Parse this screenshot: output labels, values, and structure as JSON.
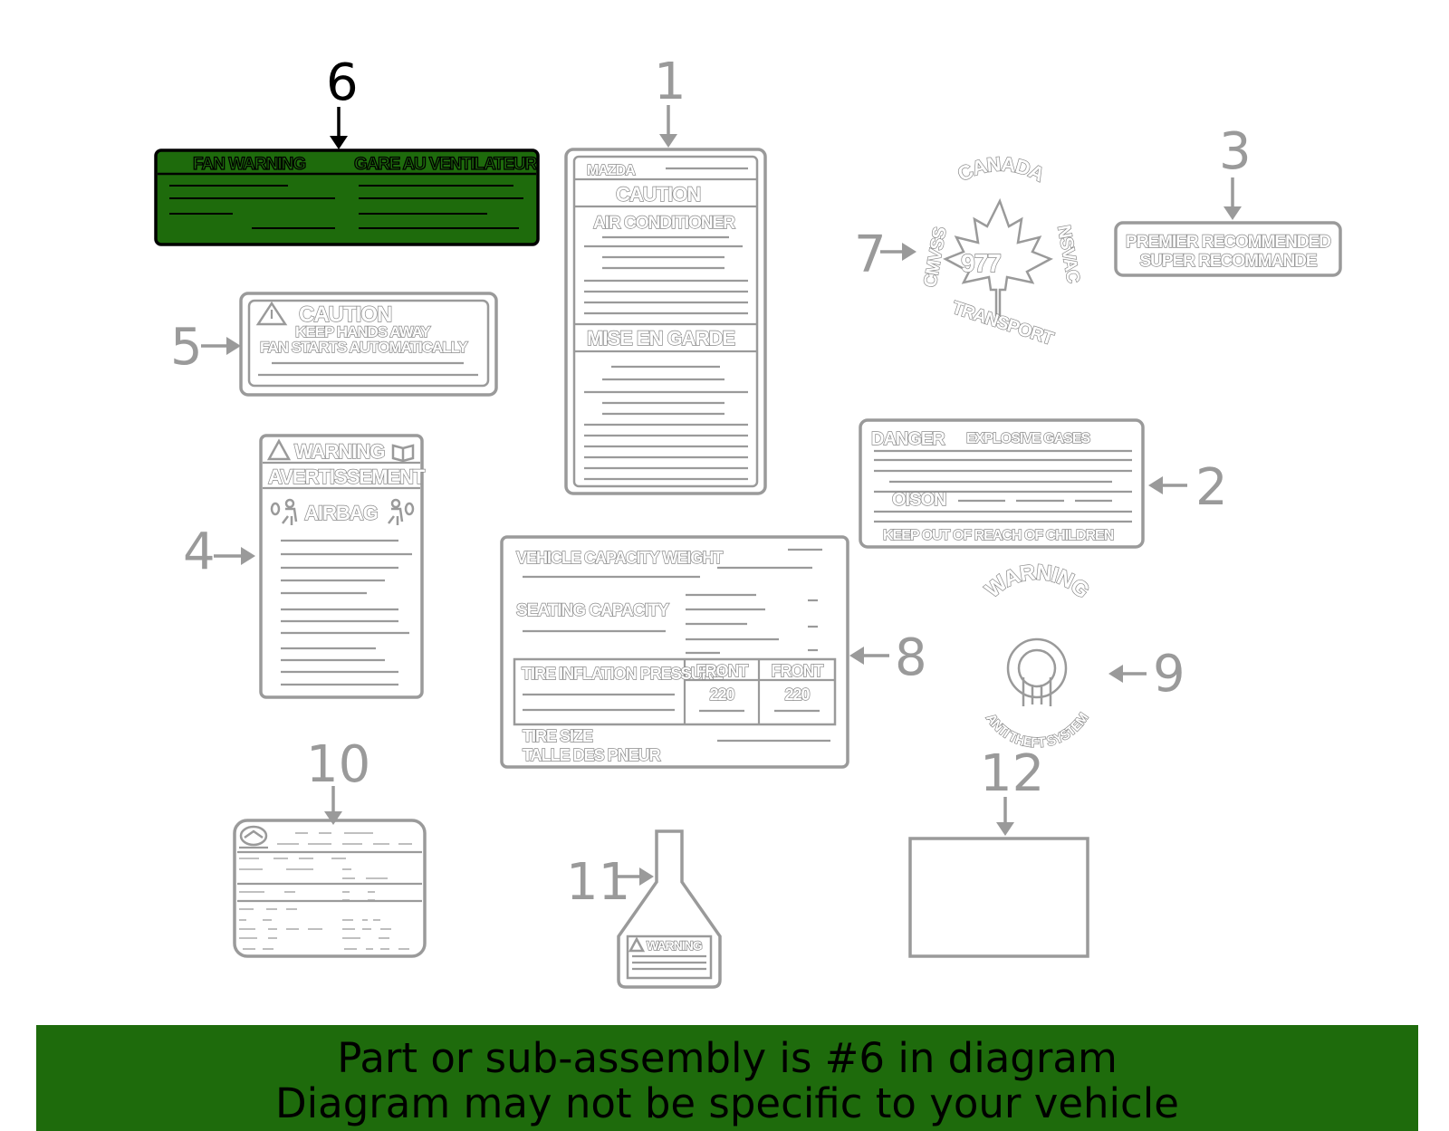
{
  "callouts": {
    "c1": "1",
    "c2": "2",
    "c3": "3",
    "c4": "4",
    "c5": "5",
    "c6": "6",
    "c7": "7",
    "c8": "8",
    "c9": "9",
    "c10": "10",
    "c11": "11",
    "c12": "12"
  },
  "label_fan": {
    "left": "FAN WARNING",
    "right": "GARE AU VENTILATEUR"
  },
  "label_ac": {
    "brand": "MAZDA",
    "caution": "CAUTION",
    "subject": "AIR CONDITIONER",
    "mise": "MISE EN GARDE"
  },
  "label_cmvss": {
    "top": "CANADA",
    "left": "CMVSS",
    "right": "NSVAC",
    "bottom": "TRANSPORT",
    "number": "977"
  },
  "label_premier": {
    "line1": "PREMIER RECOMMENDED",
    "line2": "SUPER RECOMMANDE"
  },
  "label_caution5": {
    "title": "CAUTION",
    "line1": "KEEP HANDS AWAY",
    "line2": "FAN STARTS AUTOMATICALLY"
  },
  "label_airbag": {
    "warning": "WARNING",
    "avert": "AVERTISSEMENT",
    "airbag": "AIRBAG"
  },
  "label_battery": {
    "danger": "DANGER",
    "explosive": "EXPLOSIVE GASES",
    "poison": "OISON",
    "keep": "KEEP OUT OF REACH OF CHILDREN"
  },
  "label_tire": {
    "vcw": "VEHICLE CAPACITY WEIGHT",
    "seating": "SEATING CAPACITY",
    "tip": "TIRE INFLATION PRESSURE",
    "front1": "FRONT",
    "front2": "FRONT",
    "val1": "220",
    "val2": "220",
    "size": "TIRE SIZE",
    "taille": "TALLE DES PNEUR"
  },
  "label_antitheft": {
    "top": "WARNING",
    "bottom": "ANTI THEFT SYSTEM"
  },
  "label_bottle": {
    "warning": "WARNING"
  },
  "footer": {
    "line1": "Part or sub-assembly is #6 in diagram",
    "line2": "Diagram may not be specific to your vehicle"
  },
  "colors": {
    "highlight": "#1e6b0c",
    "outline": "#9a9a9a",
    "active": "#000000"
  }
}
